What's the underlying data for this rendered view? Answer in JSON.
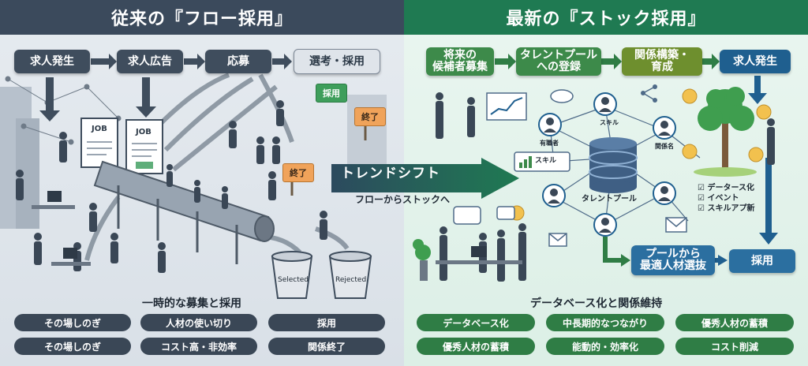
{
  "left": {
    "title": "従来の『フロー採用』",
    "steps": [
      "求人発生",
      "求人広告",
      "応募",
      "選考・採用"
    ],
    "doc_label_1": "JOB",
    "doc_label_2": "JOB",
    "tag_hired": "採用",
    "tag_end_1": "終了",
    "tag_end_2": "終了",
    "bin_selected": "Selected",
    "bin_rejected": "Rejected",
    "section_title": "一時的な募集と採用",
    "pills": [
      "その場しのぎ",
      "人材の使い切り",
      "採用",
      "その場しのぎ",
      "コスト高・非効率",
      "関係終了"
    ]
  },
  "center": {
    "trend_label": "トレンドシフト",
    "trend_sub": "フローからストックへ"
  },
  "right": {
    "title": "最新の『ストック採用』",
    "steps": [
      "将来の\n候補者募集",
      "タレントプール\nへの登録",
      "関係構築・\n育成",
      "求人発生"
    ],
    "pool_label": "タレントプール",
    "node_skill_1": "スキル",
    "node_skill_2": "スキル",
    "node_holder": "有職者",
    "node_relation": "関係名",
    "checks": [
      "データース化",
      "イベント",
      "スキルアプ新"
    ],
    "select_box": "プールから\n最適人材選抜",
    "hire_box": "採用",
    "section_title": "データベース化と関係維持",
    "pills": [
      "データベース化",
      "中長期的なつながり",
      "優秀人材の蓄積",
      "優秀人材の蓄積",
      "能動的・効率化",
      "コスト削減"
    ]
  },
  "colors": {
    "left_header": "#3b4a5c",
    "right_header": "#1f7a52",
    "trend_arrow": "#1f6e4f"
  }
}
